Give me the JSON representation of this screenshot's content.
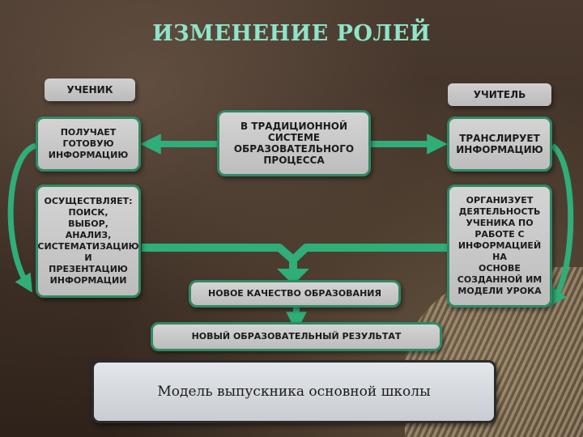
{
  "title": "ИЗМЕНЕНИЕ РОЛЕЙ",
  "student": {
    "header": "УЧЕНИК",
    "box1": "ПОЛУЧАЕТ\nГОТОВУЮ\nИНФОРМАЦИЮ",
    "box2": "ОСУЩЕСТВЛЯЕТ:\nПОИСК,\nВЫБОР,\nАНАЛИЗ,\nСИСТЕМАТИЗАЦИЮ И\nПРЕЗЕНТАЦИЮ\nИНФОРМАЦИИ"
  },
  "teacher": {
    "header": "УЧИТЕЛЬ",
    "box1": "ТРАНСЛИРУЕТ\nИНФОРМАЦИЮ",
    "box2": "ОРГАНИЗУЕТ\nДЕЯТЕЛЬНОСТЬ\nУЧЕНИКА ПО\nРАБОТЕ С\nИНФОРМАЦИЕЙ НА\nОСНОВЕ\nСОЗДАННОЙ ИМ\nМОДЕЛИ УРОКА"
  },
  "center": "В ТРАДИЦИОННОЙ\nСИСТЕМЕ\nОБРАЗОВАТЕЛЬНОГО\nПРОЦЕССА",
  "new_quality": "НОВОЕ КАЧЕСТВО ОБРАЗОВАНИЯ",
  "new_result": "НОВЫЙ ОБРАЗОВАТЕЛЬНЫЙ РЕЗУЛЬТАТ",
  "model": "Модель  выпускника основной школы",
  "colors": {
    "title": "#8fe4c9",
    "arrow": "#2fae7a",
    "border": "#2f8a64",
    "box": "#c8c8c8"
  }
}
